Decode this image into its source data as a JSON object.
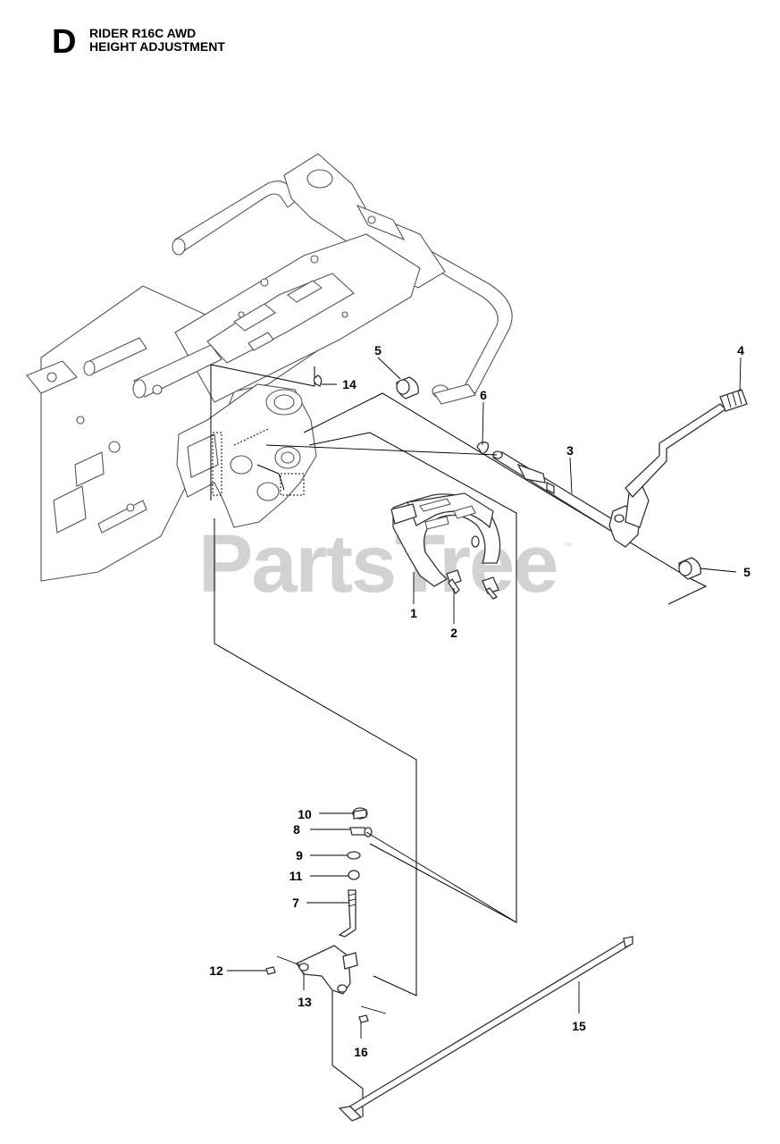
{
  "header": {
    "section_letter": "D",
    "model": "RIDER R16C AWD",
    "section_title": "HEIGHT ADJUSTMENT"
  },
  "watermark": {
    "text": "PartsTree",
    "trademark": "™"
  },
  "callouts": [
    {
      "number": "1"
    },
    {
      "number": "2"
    },
    {
      "number": "3"
    },
    {
      "number": "4"
    },
    {
      "number": "5"
    },
    {
      "number": "5"
    },
    {
      "number": "6"
    },
    {
      "number": "7"
    },
    {
      "number": "8"
    },
    {
      "number": "9"
    },
    {
      "number": "10"
    },
    {
      "number": "11"
    },
    {
      "number": "12"
    },
    {
      "number": "13"
    },
    {
      "number": "14"
    },
    {
      "number": "15"
    },
    {
      "number": "16"
    }
  ]
}
